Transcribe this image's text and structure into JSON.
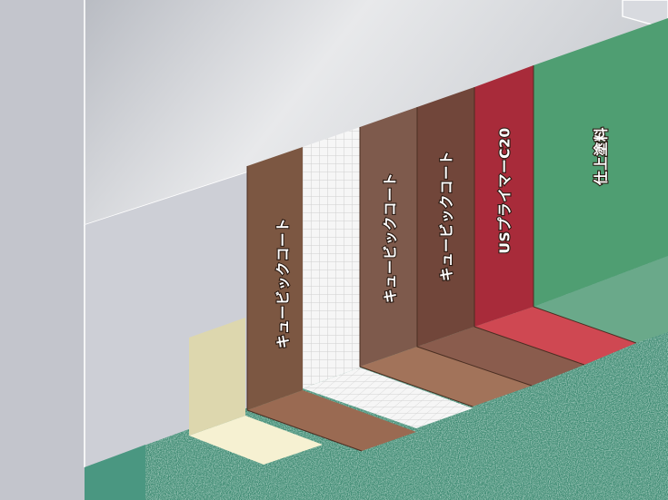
{
  "labels": {
    "layer1": "キュービックコート",
    "layer2": "キュービックコート",
    "layer3": "キュービックコート",
    "primer": "USプライマーC20",
    "finish": "仕上塗料"
  },
  "colors": {
    "wall_face": "#cdcfd6",
    "left_wall": "#c3c5cc",
    "ceiling_light": "#e2e4e7",
    "base_beige": "#ddd7ae",
    "base_beige_floor": "#f6f1d2",
    "layer_brown_1": "#7c5742",
    "layer_brown_2": "#7e5a4c",
    "layer_brown_3": "#71463a",
    "primer_red": "#a82b3a",
    "finish_green": "#4f9e72",
    "floor_green": "#3f8b73"
  }
}
